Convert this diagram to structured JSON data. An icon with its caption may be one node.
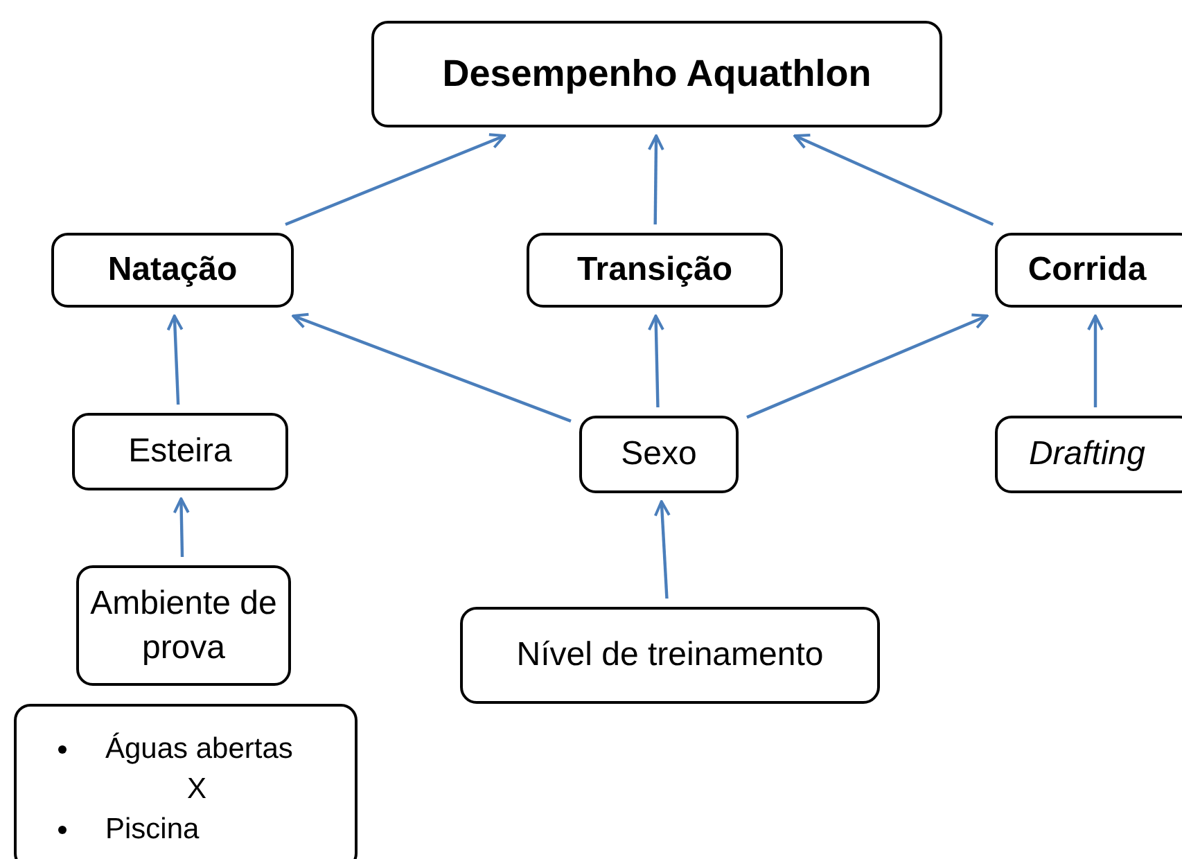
{
  "diagram": {
    "nodes": [
      {
        "text": [
          "Desempenho Aquathlon"
        ]
      },
      {
        "text": [
          "Natação"
        ]
      },
      {
        "text": [
          "Transição"
        ]
      },
      {
        "text": [
          "Corrida"
        ]
      },
      {
        "text": [
          "Esteira"
        ]
      },
      {
        "text": [
          "Sexo"
        ]
      },
      {
        "text": [
          "Drafting"
        ]
      },
      {
        "text": [
          "Ambiente de prova"
        ]
      },
      {
        "text": [
          "Nível de treinamento"
        ]
      },
      {
        "text": [
          "Águas abertas",
          "X",
          "Piscina"
        ]
      }
    ],
    "edges": [
      {
        "from": 1,
        "to": 0,
        "arrow": "to"
      },
      {
        "from": 2,
        "to": 0,
        "arrow": "to"
      },
      {
        "from": 3,
        "to": 0,
        "arrow": "to"
      },
      {
        "from": 4,
        "to": 1,
        "arrow": "to"
      },
      {
        "from": 5,
        "to": 1,
        "arrow": "to"
      },
      {
        "from": 5,
        "to": 2,
        "arrow": "to"
      },
      {
        "from": 5,
        "to": 3,
        "arrow": "to"
      },
      {
        "from": 6,
        "to": 3,
        "arrow": "to"
      },
      {
        "from": 7,
        "to": 4,
        "arrow": "to"
      },
      {
        "from": 8,
        "to": 5,
        "arrow": "to"
      }
    ]
  }
}
